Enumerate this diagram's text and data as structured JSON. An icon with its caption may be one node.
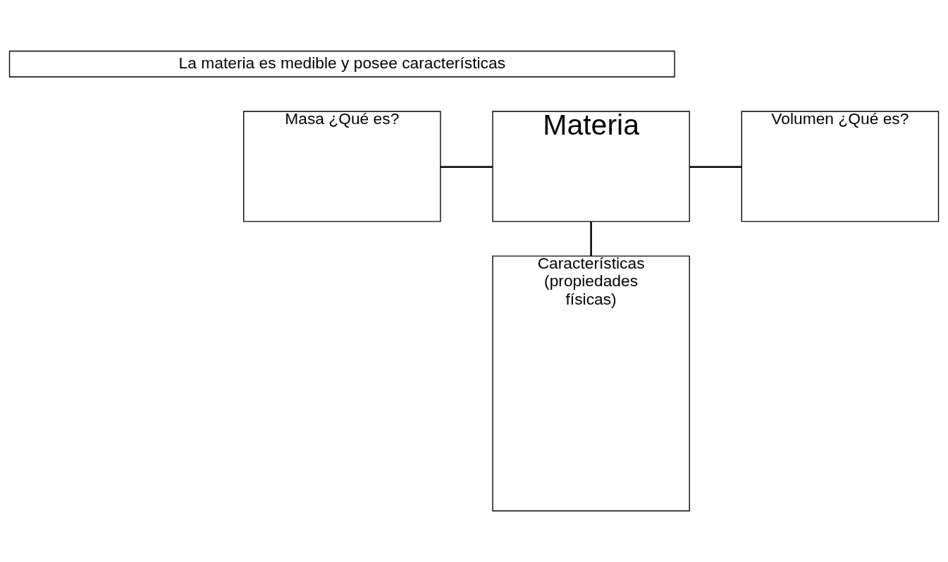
{
  "diagram": {
    "nodes": [
      {
        "text": [
          "La materia es medible y posee características"
        ]
      },
      {
        "text": [
          "Masa ¿Qué es?"
        ]
      },
      {
        "text": [
          "Materia"
        ]
      },
      {
        "text": [
          "Volumen ¿Qué es?"
        ]
      },
      {
        "text": [
          "Características (propiedades físicas)"
        ]
      }
    ],
    "edges": [
      {
        "from": 1,
        "to": 2,
        "arrow": "none"
      },
      {
        "from": 2,
        "to": 3,
        "arrow": "none"
      },
      {
        "from": 2,
        "to": 4,
        "arrow": "none"
      }
    ]
  }
}
